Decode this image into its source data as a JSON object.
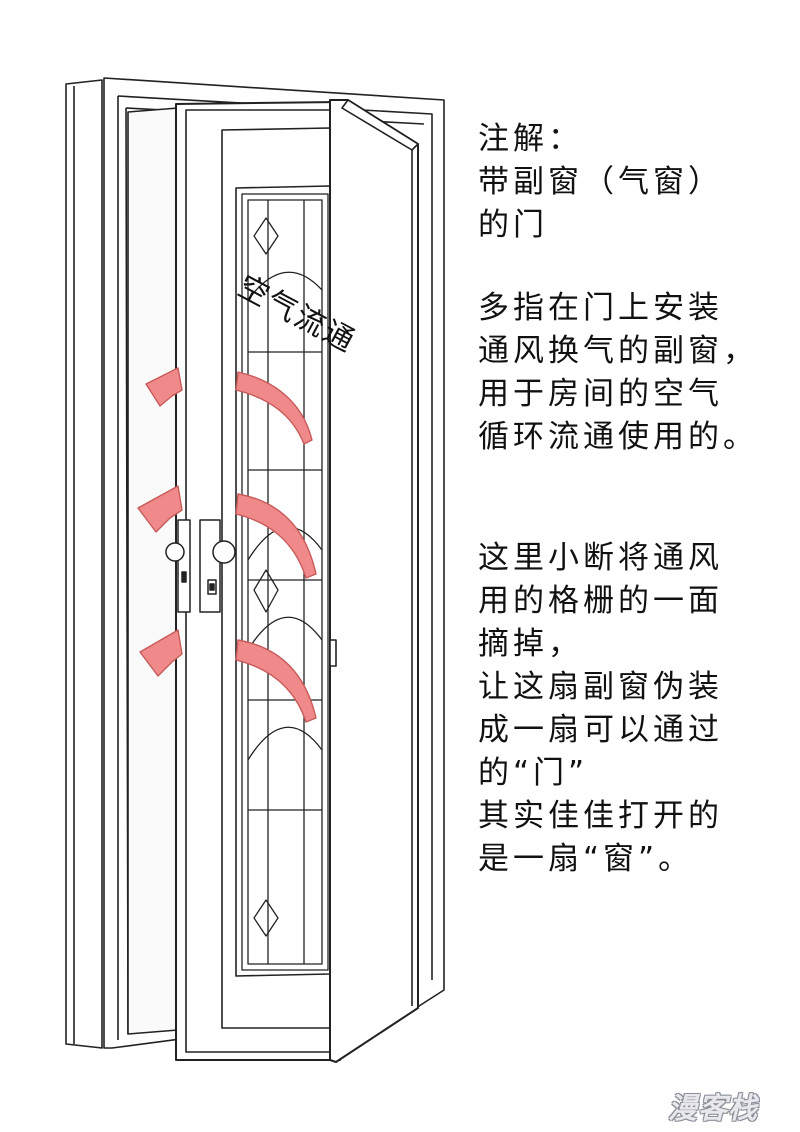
{
  "annotation": {
    "heading": "注解：",
    "subject": "带副窗（气窗）\n的门",
    "paragraph1": "多指在门上安装\n通风换气的副窗，\n用于房间的空气\n循环流通使用的。",
    "paragraph2": "这里小断将通风\n用的格栅的一面\n摘掉，\n让这扇副窗伪装\n成一扇可以通过\n的“门”\n其实佳佳打开的\n是一扇“窗”。"
  },
  "illustration": {
    "airflow_label": "空气流通",
    "arrow_color": "#f08a8a",
    "arrow_stroke": "#c85a5a"
  },
  "watermark": {
    "text": "漫客栈"
  }
}
